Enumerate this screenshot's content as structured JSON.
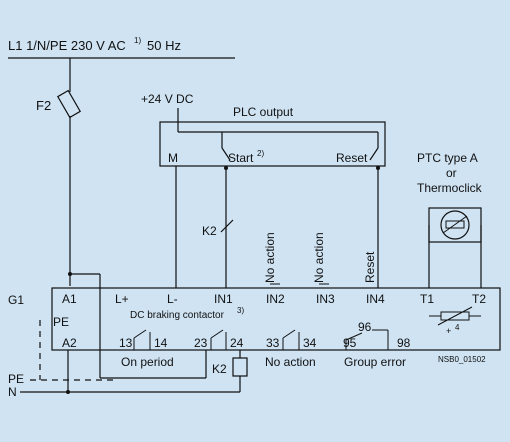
{
  "supply": {
    "line_label": "L1  1/N/PE 230 V AC",
    "footnote": "1)",
    "freq": "50 Hz",
    "pe": "PE",
    "n": "N"
  },
  "fuse": {
    "label": "F2"
  },
  "dc": {
    "label": "+24 V DC"
  },
  "plc": {
    "title": "PLC output",
    "m": "M",
    "start": "Start",
    "start_note": "2)",
    "reset": "Reset"
  },
  "k2": {
    "label": "K2"
  },
  "ptc": {
    "line1": "PTC type A",
    "line2": "or",
    "line3": "Thermoclick"
  },
  "inputs": {
    "in2_note": "No action",
    "in3_note": "No action",
    "in4_note": "Reset"
  },
  "device": {
    "g1": "G1",
    "a1": "A1",
    "pe": "PE",
    "a2": "A2",
    "lplus": "L+",
    "lminus": "L-",
    "in1": "IN1",
    "in2": "IN2",
    "in3": "IN3",
    "in4": "IN4",
    "t1": "T1",
    "t2": "T2",
    "braking": "DC braking contactor",
    "braking_note": "3)",
    "ptc_note": "+",
    "ptc_note_sup": "4",
    "c13": "13",
    "c14": "14",
    "c23": "23",
    "c24": "24",
    "c33": "33",
    "c34": "34",
    "c95": "95",
    "c96": "96",
    "c98": "98"
  },
  "contacts": {
    "on_period": "On period",
    "no_action": "No action",
    "group_error": "Group error",
    "k2_coil": "K2"
  },
  "ref": "NSB0_01502"
}
